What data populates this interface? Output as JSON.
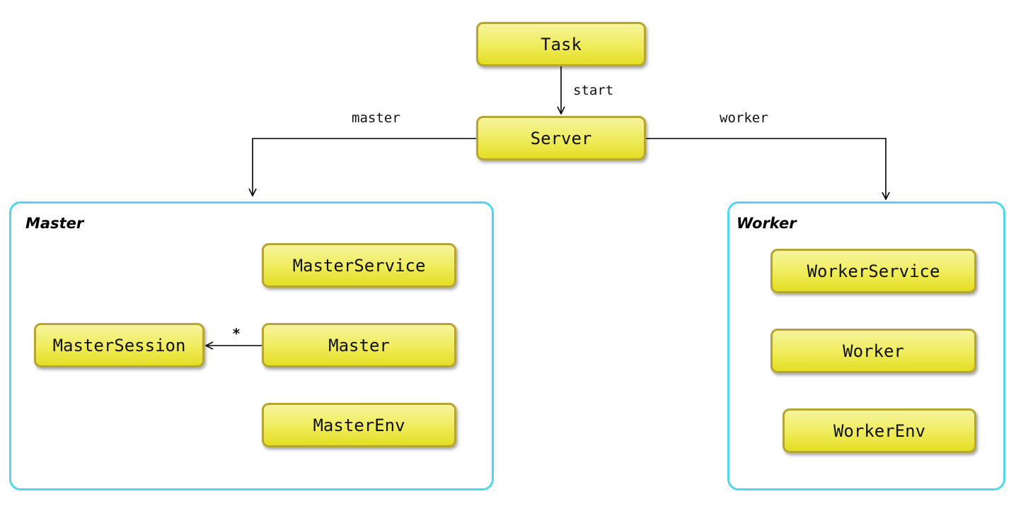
{
  "colors": {
    "node_fill": "#efec5a",
    "node_border": "#b6a532",
    "container_border": "#4fd8ec",
    "edge": "#000000"
  },
  "nodes": {
    "task": "Task",
    "server": "Server",
    "master_service": "MasterService",
    "master": "Master",
    "master_session": "MasterSession",
    "master_env": "MasterEnv",
    "worker_service": "WorkerService",
    "worker": "Worker",
    "worker_env": "WorkerEnv"
  },
  "containers": {
    "master_title": "Master",
    "worker_title": "Worker"
  },
  "edges": {
    "start_label": "start",
    "master_label": "master",
    "worker_label": "worker",
    "session_multiplicity": "*"
  }
}
